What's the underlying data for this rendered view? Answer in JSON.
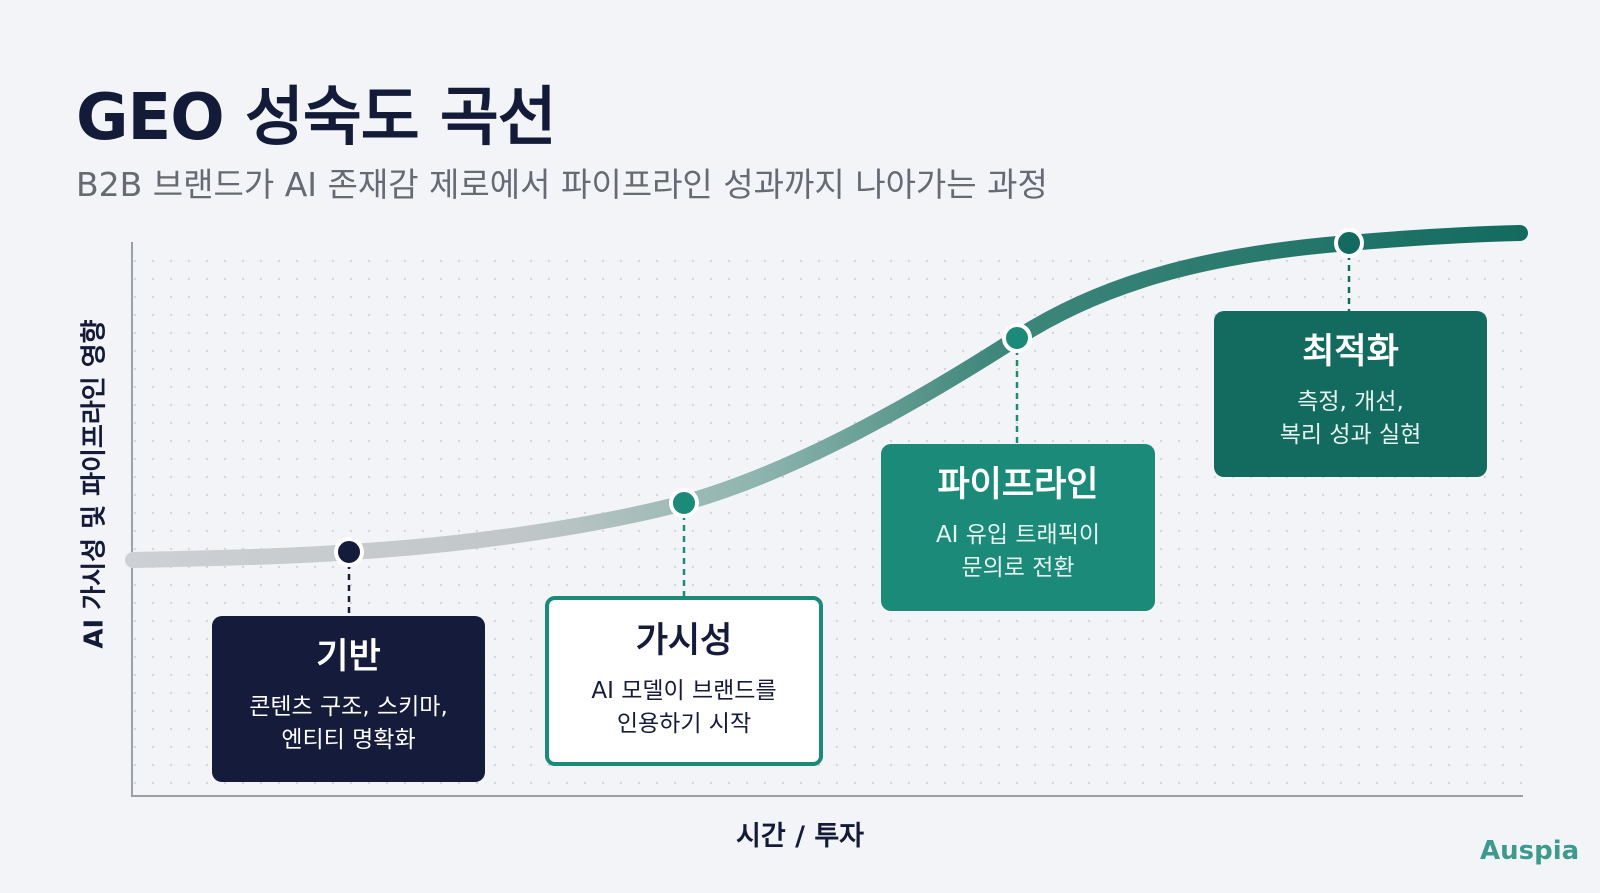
{
  "header": {
    "title": "GEO 성숙도 곡선",
    "subtitle": "B2B 브랜드가 AI 존재감 제로에서 파이프라인 성과까지 나아가는 과정"
  },
  "axes": {
    "ylabel": "AI 가시성 및 파이프라인 영향",
    "xlabel": "시간 / 투자"
  },
  "stages": [
    {
      "title": "기반",
      "desc_line1": "콘텐츠 구조, 스키마,",
      "desc_line2": "엔티티 명확화"
    },
    {
      "title": "가시성",
      "desc_line1": "AI 모델이 브랜드를",
      "desc_line2": "인용하기 시작"
    },
    {
      "title": "파이프라인",
      "desc_line1": "AI 유입 트래픽이",
      "desc_line2": "문의로 전환"
    },
    {
      "title": "최적화",
      "desc_line1": "측정, 개선,",
      "desc_line2": "복리 성과 실현"
    }
  ],
  "brand": "Auspia",
  "colors": {
    "navy": "#141b3b",
    "teal": "#1b8a79",
    "dark_teal": "#136b5f",
    "curve_start": "#cdd0d4",
    "brand_text": "#3e9a8c"
  }
}
